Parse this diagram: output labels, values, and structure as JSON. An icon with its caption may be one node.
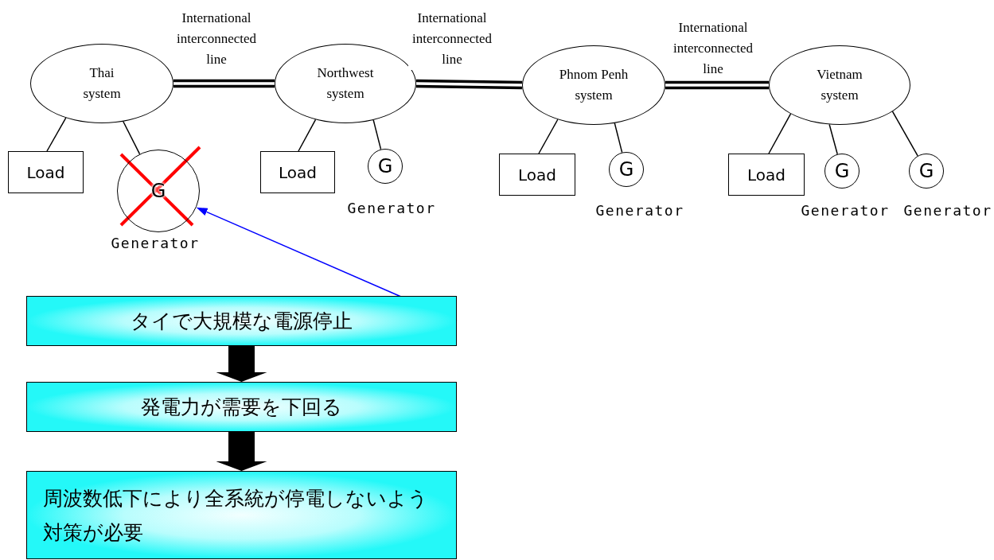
{
  "diagram": {
    "nodes": [
      {
        "text": [
          "Thai system"
        ]
      },
      {
        "text": [
          "Northwest system"
        ]
      },
      {
        "text": [
          "Phnom Penh system"
        ]
      },
      {
        "text": [
          "Vietnam system"
        ]
      },
      {
        "text": [
          "Load"
        ]
      },
      {
        "text": [
          "G"
        ],
        "beside": [
          "Generator"
        ]
      },
      {
        "text": [
          "Load"
        ]
      },
      {
        "text": [
          "G"
        ],
        "beside": [
          "Generator"
        ]
      },
      {
        "text": [
          "Load"
        ]
      },
      {
        "text": [
          "G"
        ],
        "beside": [
          "Generator"
        ]
      },
      {
        "text": [
          "Load"
        ]
      },
      {
        "text": [
          "G"
        ],
        "beside": [
          "Generator"
        ]
      },
      {
        "text": [
          "G"
        ],
        "beside": [
          "Generator"
        ]
      },
      {
        "text": [
          "タイで大規模な電源停止"
        ]
      },
      {
        "text": [
          "発電力が需要を下回る"
        ]
      },
      {
        "text": [
          "周波数低下により全系統が停電しないよう対策が必要"
        ]
      }
    ],
    "edges": [
      {
        "from": 0,
        "to": 1,
        "arrow": "none",
        "label": "International interconnected line",
        "style": "thick"
      },
      {
        "from": 1,
        "to": 2,
        "arrow": "none",
        "label": "International interconnected line",
        "style": "thick"
      },
      {
        "from": 2,
        "to": 3,
        "arrow": "none",
        "label": "International interconnected line",
        "style": "thick"
      },
      {
        "from": 0,
        "to": 4,
        "arrow": "none"
      },
      {
        "from": 0,
        "to": 5,
        "arrow": "none"
      },
      {
        "from": 1,
        "to": 6,
        "arrow": "none"
      },
      {
        "from": 1,
        "to": 7,
        "arrow": "none"
      },
      {
        "from": 2,
        "to": 8,
        "arrow": "none"
      },
      {
        "from": 2,
        "to": 9,
        "arrow": "none"
      },
      {
        "from": 3,
        "to": 10,
        "arrow": "none"
      },
      {
        "from": 3,
        "to": 11,
        "arrow": "none"
      },
      {
        "from": 3,
        "to": 12,
        "arrow": "none"
      },
      {
        "from": 13,
        "to": 5,
        "arrow": "to",
        "color": "#0000ff"
      },
      {
        "from": 13,
        "to": 14,
        "arrow": "to",
        "style": "thick"
      },
      {
        "from": 14,
        "to": 15,
        "arrow": "to",
        "style": "thick"
      }
    ]
  }
}
